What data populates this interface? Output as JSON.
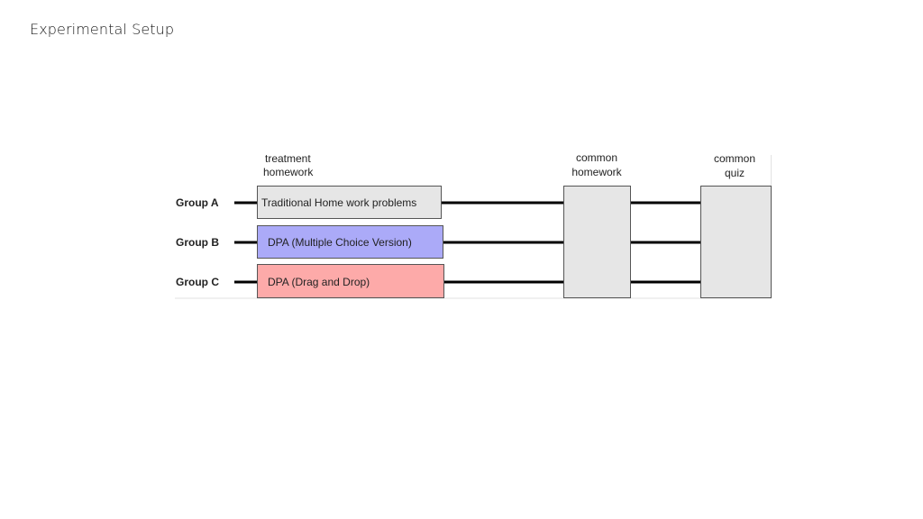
{
  "slide": {
    "title": "Experimental Setup"
  },
  "diagram": {
    "headers": {
      "treatment": [
        "treatment",
        "homework"
      ],
      "common_homework": [
        "common",
        "homework"
      ],
      "common_quiz": [
        "common",
        "quiz"
      ]
    },
    "groups": [
      {
        "label": "Group A",
        "treatment": "Traditional Home work problems",
        "fill": "#e6e6e6"
      },
      {
        "label": "Group B",
        "treatment": "DPA (Multiple Choice Version)",
        "fill": "#abaaf8"
      },
      {
        "label": "Group C",
        "treatment": "DPA (Drag and Drop)",
        "fill": "#fdaaa9"
      }
    ],
    "colors": {
      "common_fill": "#e6e6e6",
      "line": "#000000",
      "box_border": "#555555"
    }
  }
}
